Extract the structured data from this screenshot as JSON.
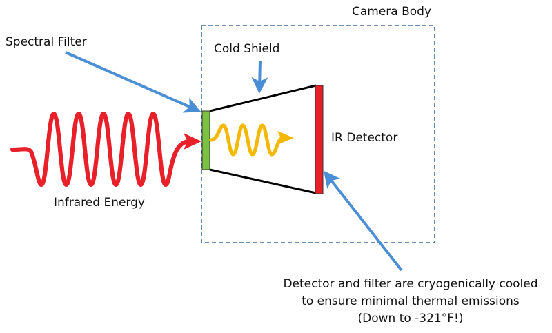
{
  "labels": {
    "camera_body": "Camera Body",
    "spectral_filter": "Spectral Filter",
    "cold_shield": "Cold Shield",
    "ir_detector": "IR Detector",
    "infrared_energy": "Infrared Energy"
  },
  "note": {
    "line1": "Detector and filter are cryogenically cooled",
    "line2": "to ensure minimal thermal emissions",
    "line3": "(Down to -321°F!)"
  },
  "colors": {
    "arrow": "#4a8fd6",
    "box": "#3a6fa8",
    "filter": "#7cc242",
    "detector": "#e8202a",
    "infrared_wave": "#e8202a",
    "filtered_wave": "#f5b800"
  }
}
